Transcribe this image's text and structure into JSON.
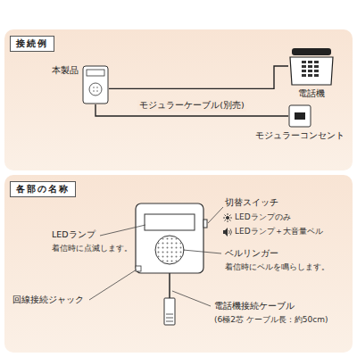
{
  "diagram": {
    "nodes": [
      {
        "text": [
          "接続例"
        ]
      },
      {
        "text": [
          "本製品"
        ],
        "in": 0
      },
      {
        "text": [
          "電話機"
        ],
        "in": 0
      },
      {
        "text": [
          "モジュラーコンセント"
        ],
        "in": 0
      },
      {
        "text": [
          "各部の名称"
        ]
      }
    ],
    "edges": [
      {
        "from": 1,
        "to": 2,
        "arrow": "none"
      },
      {
        "from": 1,
        "to": 3,
        "label": "モジュラーケーブル(別売)",
        "arrow": "none"
      }
    ],
    "labels": [
      "LEDランプ",
      "着信時に点滅します。",
      "切替スイッチ",
      "LEDランプのみ",
      "LEDランプ＋大音量ベル",
      "ベルリンガー",
      "着信時にベルを鳴らします。",
      "回線接続ジャック",
      "電話機接続ケーブル",
      "(6極2芯 ケーブル長：約50cm)"
    ]
  }
}
